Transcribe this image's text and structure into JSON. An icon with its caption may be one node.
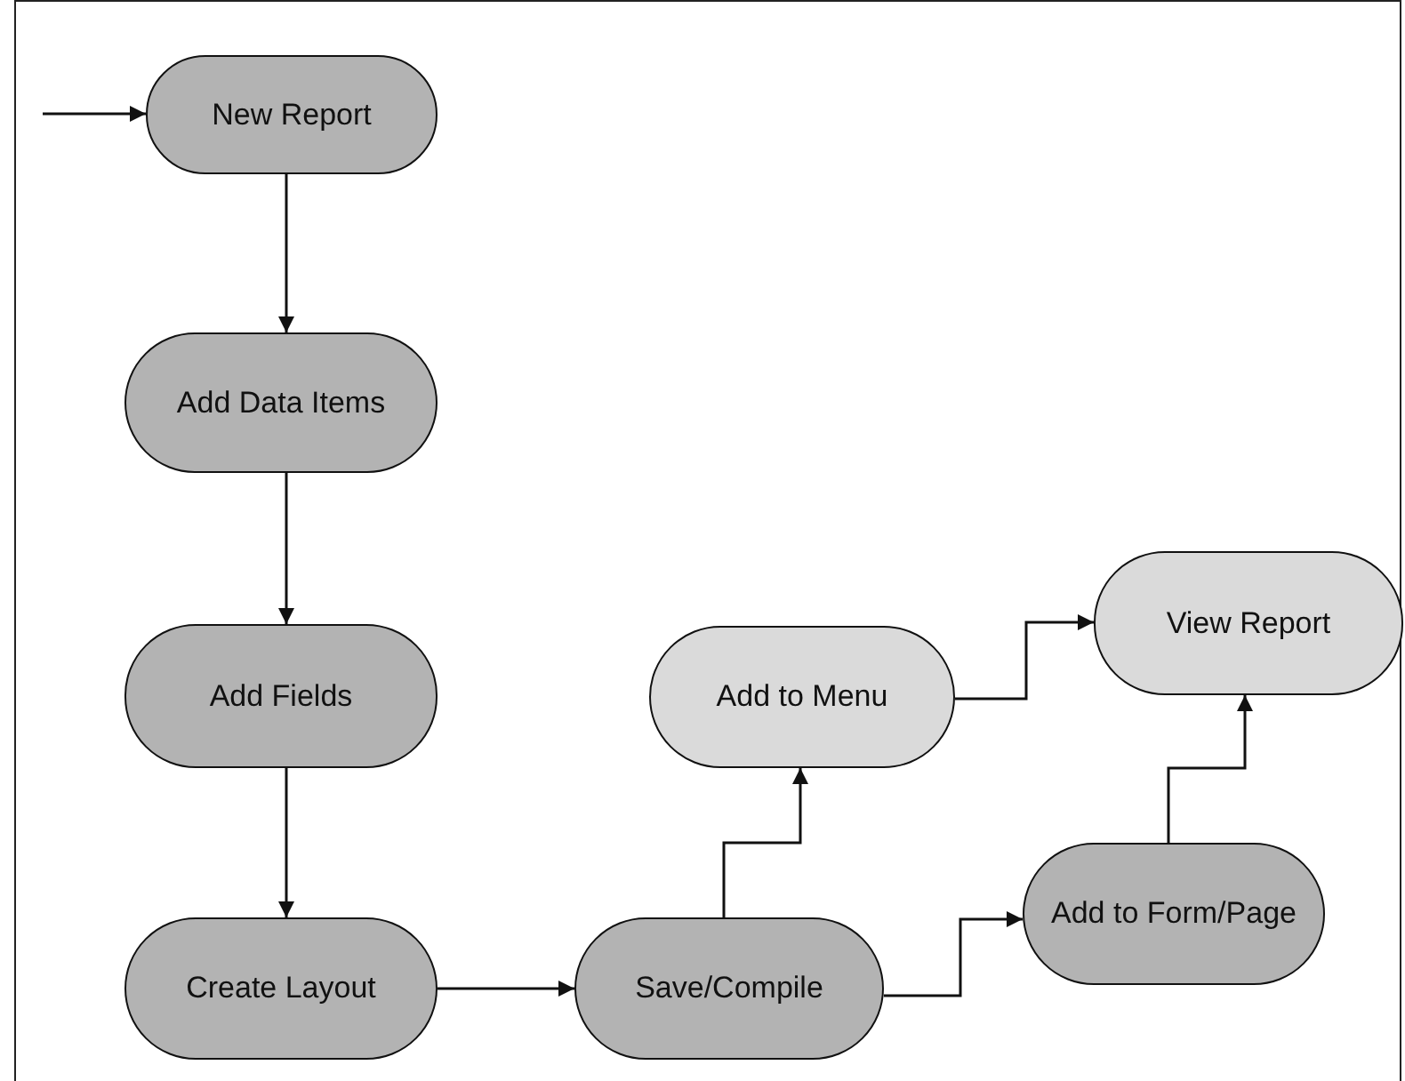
{
  "diagram": {
    "nodes": [
      {
        "text": [
          "New Report"
        ]
      },
      {
        "text": [
          "Add Data Items"
        ]
      },
      {
        "text": [
          "Add Fields"
        ]
      },
      {
        "text": [
          "Create Layout"
        ]
      },
      {
        "text": [
          "Save/Compile"
        ]
      },
      {
        "text": [
          "Add to Menu"
        ]
      },
      {
        "text": [
          "Add to Form/Page"
        ]
      },
      {
        "text": [
          "View Report"
        ]
      }
    ],
    "edges": [
      {
        "from": null,
        "to": 0,
        "arrow": "to"
      },
      {
        "from": 0,
        "to": 1,
        "arrow": "to"
      },
      {
        "from": 1,
        "to": 2,
        "arrow": "to"
      },
      {
        "from": 2,
        "to": 3,
        "arrow": "to"
      },
      {
        "from": 3,
        "to": 4,
        "arrow": "to"
      },
      {
        "from": 4,
        "to": 5,
        "arrow": "to"
      },
      {
        "from": 4,
        "to": 6,
        "arrow": "to"
      },
      {
        "from": 5,
        "to": 7,
        "arrow": "to"
      },
      {
        "from": 6,
        "to": 7,
        "arrow": "to"
      }
    ]
  }
}
